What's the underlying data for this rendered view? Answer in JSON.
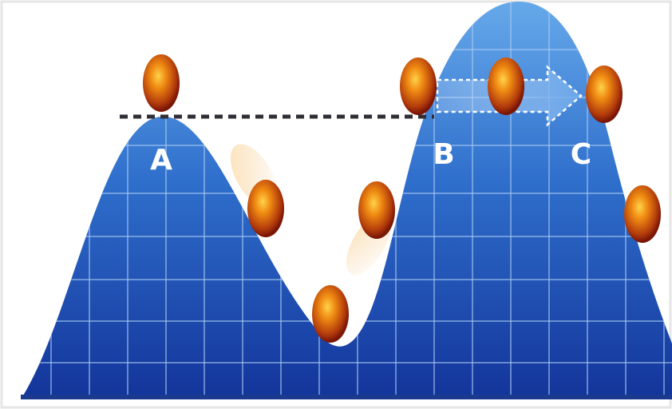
{
  "diagram": {
    "labels": {
      "a": "A",
      "b": "B",
      "c": "C"
    },
    "colors": {
      "hill_top": "#5b9ee2",
      "hill_bottom": "#13349a",
      "grid": "#a9cbf2",
      "ball_core": "#f4a010",
      "ball_edge": "#8a1d08",
      "dashed_line": "#2f2f35"
    }
  }
}
